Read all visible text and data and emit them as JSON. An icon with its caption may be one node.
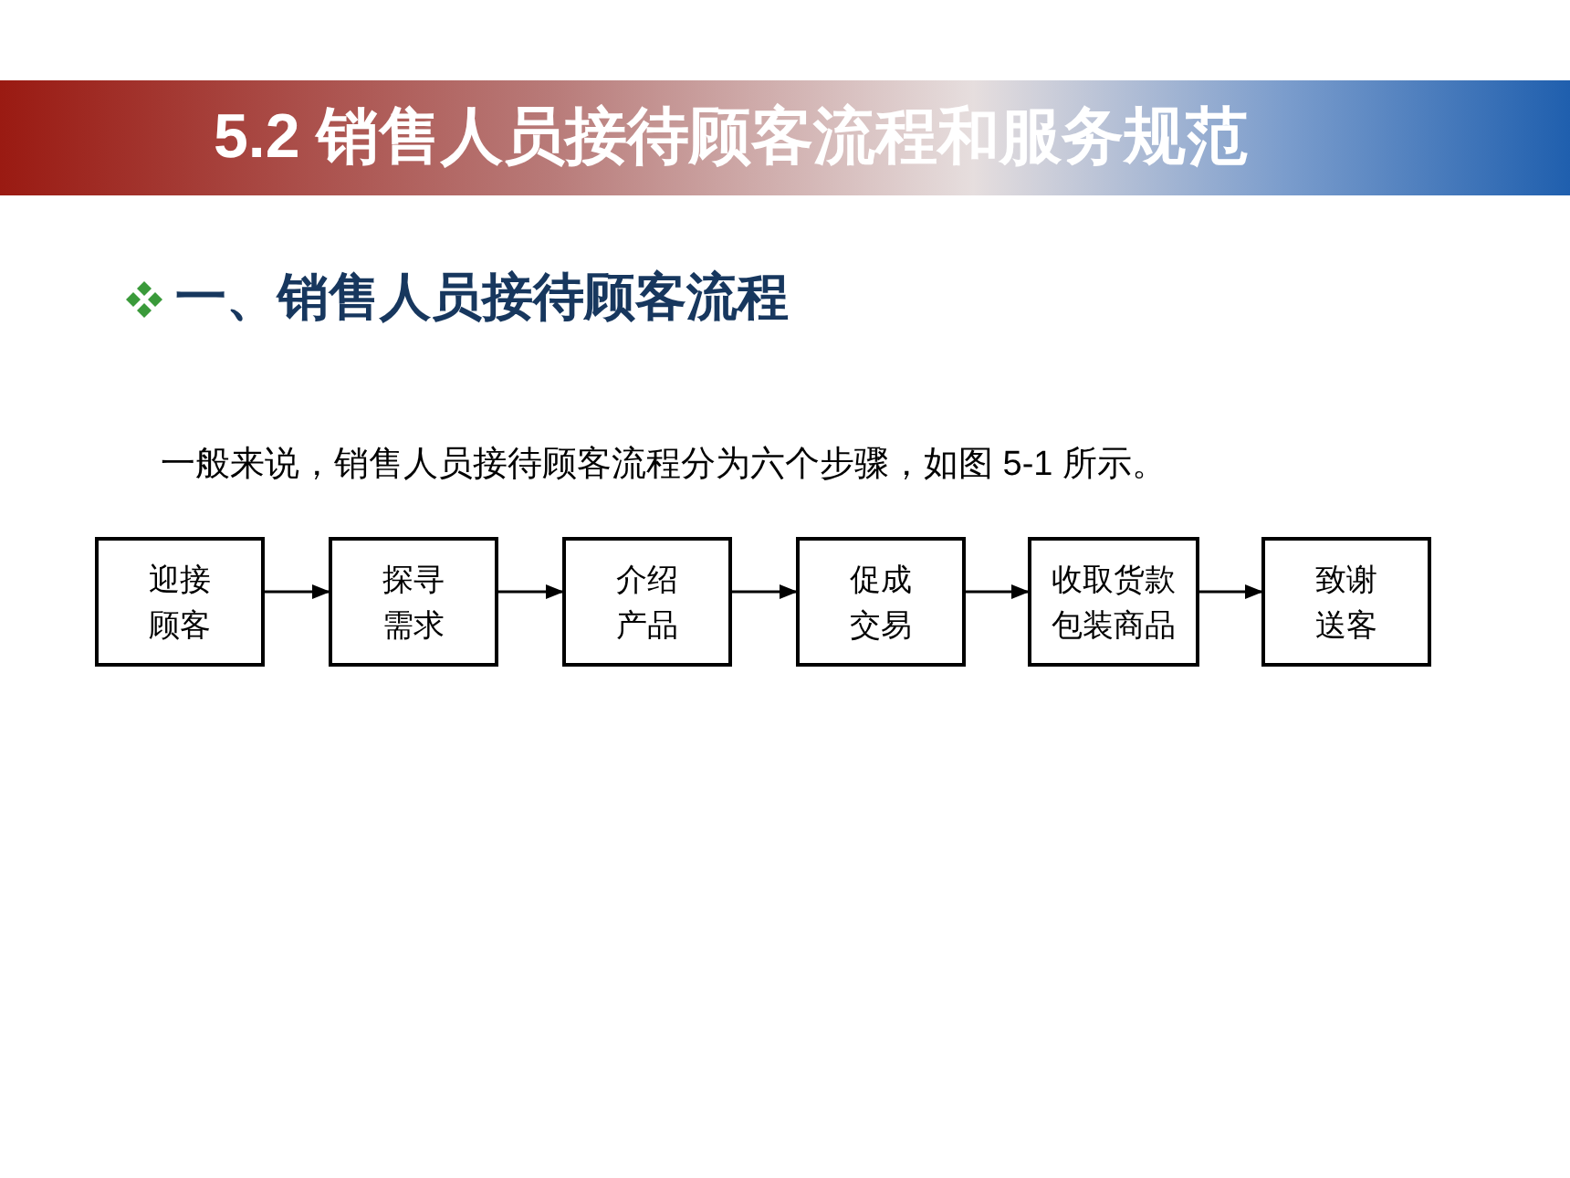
{
  "diagram": {
    "title": "5.2 销售人员接待顾客流程和服务规范",
    "nodes": [
      {
        "text": [
          "迎接顾客"
        ]
      },
      {
        "text": [
          "探寻需求"
        ]
      },
      {
        "text": [
          "介绍产品"
        ]
      },
      {
        "text": [
          "促成交易"
        ]
      },
      {
        "text": [
          "收取货款包装商品"
        ]
      },
      {
        "text": [
          "致谢送客"
        ]
      }
    ],
    "edges": [
      {
        "from": 0,
        "to": 1,
        "arrow": "to"
      },
      {
        "from": 1,
        "to": 2,
        "arrow": "to"
      },
      {
        "from": 2,
        "to": 3,
        "arrow": "to"
      },
      {
        "from": 3,
        "to": 4,
        "arrow": "to"
      },
      {
        "from": 4,
        "to": 5,
        "arrow": "to"
      }
    ],
    "labels": [
      "一、销售人员接待顾客流程",
      "一般来说，销售人员接待顾客流程分为六个步骤，如图 5-1 所示。"
    ]
  }
}
